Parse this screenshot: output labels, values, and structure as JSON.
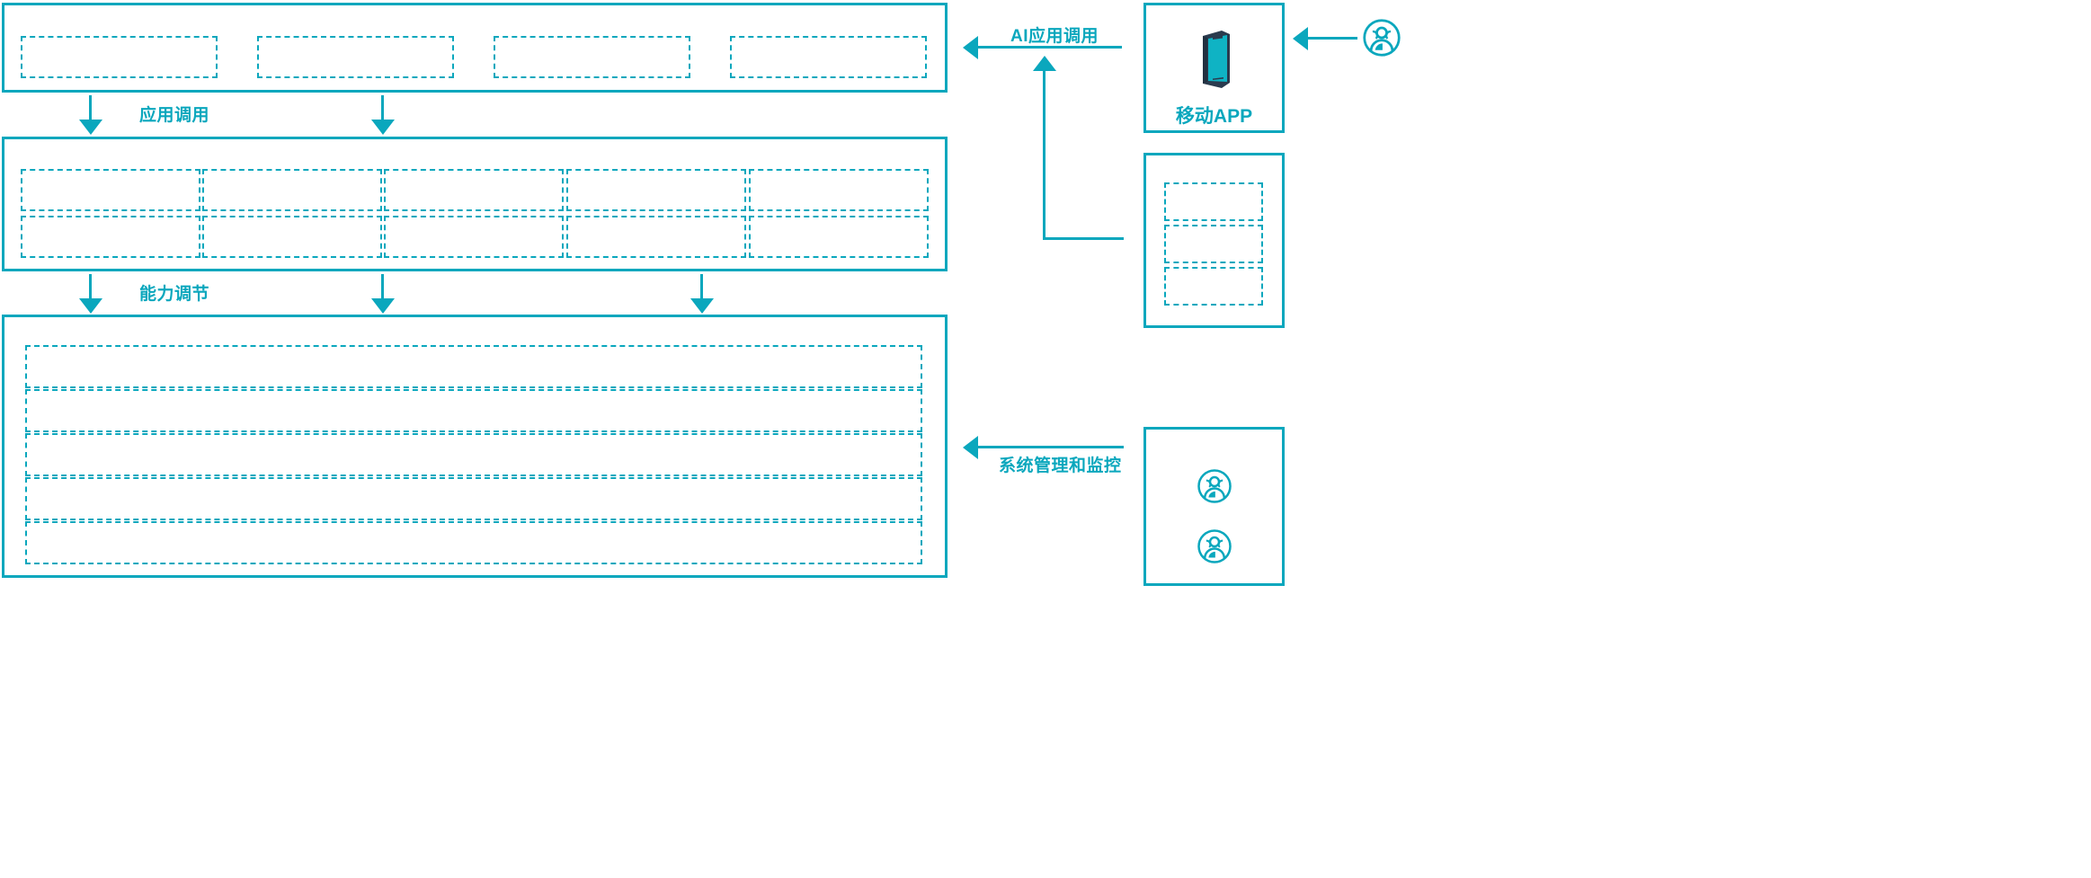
{
  "theme": {
    "accent": "#0aa7bd",
    "accent_dark": "#2b3b4e",
    "background": "#ffffff"
  },
  "diagram": {
    "layers": [
      {
        "name": "application-layer",
        "slots": [
          {
            "label": ""
          },
          {
            "label": ""
          },
          {
            "label": ""
          },
          {
            "label": ""
          }
        ]
      },
      {
        "name": "capability-layer",
        "slots": [
          {
            "label": ""
          },
          {
            "label": ""
          },
          {
            "label": ""
          },
          {
            "label": ""
          },
          {
            "label": ""
          },
          {
            "label": ""
          },
          {
            "label": ""
          },
          {
            "label": ""
          },
          {
            "label": ""
          },
          {
            "label": ""
          }
        ]
      },
      {
        "name": "platform-layer",
        "slots": [
          {
            "label": ""
          },
          {
            "label": ""
          },
          {
            "label": ""
          },
          {
            "label": ""
          },
          {
            "label": ""
          }
        ]
      }
    ],
    "connectors": [
      {
        "name": "application-call",
        "label": "应用调用"
      },
      {
        "name": "capability-adjust",
        "label": "能力调节"
      },
      {
        "name": "ai-application-call",
        "label": "AI应用调用"
      },
      {
        "name": "system-management-monitor",
        "label": "系统管理和监控"
      }
    ],
    "right_column": {
      "mobile_app_panel": {
        "caption": "移动APP",
        "icon": "mobile-phone-icon"
      },
      "channel_panel": {
        "caption": "",
        "slots": [
          {
            "label": ""
          },
          {
            "label": ""
          },
          {
            "label": ""
          }
        ]
      },
      "operations_panel": {
        "caption": "",
        "icons": [
          "users-group-icon",
          "users-group-icon"
        ]
      },
      "end_user": {
        "icon": "users-group-icon",
        "caption": ""
      }
    }
  }
}
